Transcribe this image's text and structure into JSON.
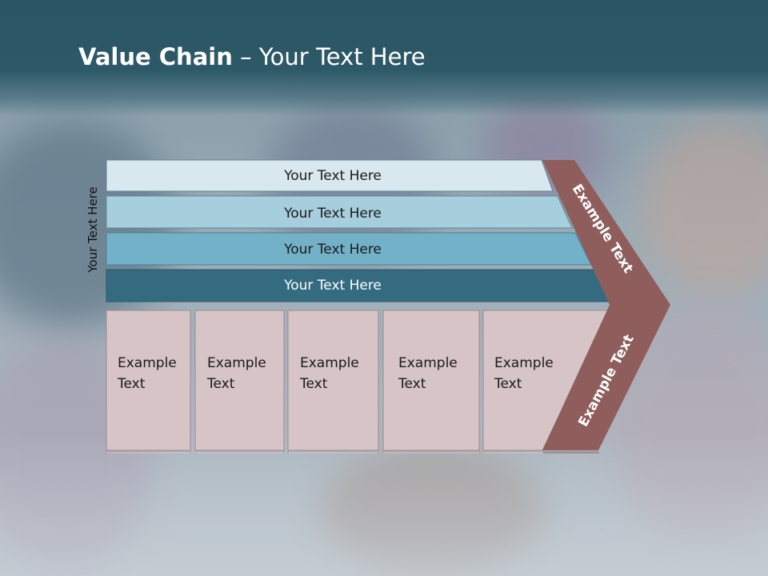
{
  "title": {
    "bold": "Value Chain",
    "rest": " – Your Text Here"
  },
  "side_label": "Your Text Here",
  "bars": [
    {
      "label": "Your Text Here",
      "fill": "#d8e8ee",
      "text_color": "#1a1a1a"
    },
    {
      "label": "Your Text Here",
      "fill": "#a6cedd",
      "text_color": "#1a1a1a"
    },
    {
      "label": "Your Text Here",
      "fill": "#73b1c8",
      "text_color": "#1a1a1a"
    },
    {
      "label": "Your Text Here",
      "fill": "#346b80",
      "text_color": "#ffffff"
    }
  ],
  "boxes": [
    {
      "line1": "Example",
      "line2": "Text"
    },
    {
      "line1": "Example",
      "line2": "Text"
    },
    {
      "line1": "Example",
      "line2": "Text"
    },
    {
      "line1": "Example",
      "line2": "Text"
    },
    {
      "line1": "Example",
      "line2": "Text"
    }
  ],
  "chevron": {
    "upper_text": "Example Text",
    "lower_text": "Example Text",
    "fill": "#8f5e5c"
  },
  "colors": {
    "title_band": "#2c5867",
    "box_fill": "#d6c4c6",
    "box_stroke": "#9c8a8d"
  }
}
